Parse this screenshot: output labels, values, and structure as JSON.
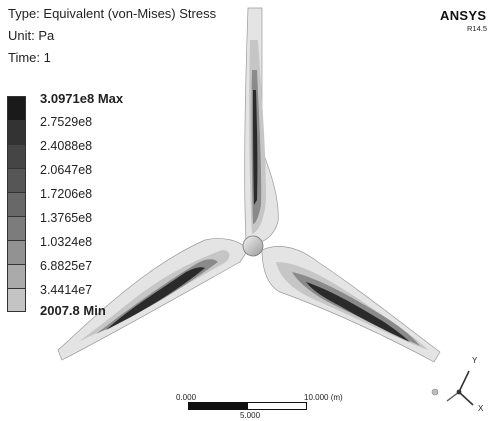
{
  "result": {
    "type": "Type: Equivalent (von-Mises) Stress",
    "unit": "Unit: Pa",
    "time": "Time: 1"
  },
  "brand": {
    "name": "ANSYS",
    "version": "R14.5"
  },
  "legend": {
    "levels": [
      {
        "label": "3.0971e8 Max",
        "color": "#1a1a1a"
      },
      {
        "label": "2.7529e8",
        "color": "#333333"
      },
      {
        "label": "2.4088e8",
        "color": "#454545"
      },
      {
        "label": "2.0647e8",
        "color": "#565656"
      },
      {
        "label": "1.7206e8",
        "color": "#686868"
      },
      {
        "label": "1.3765e8",
        "color": "#7c7c7c"
      },
      {
        "label": "1.0324e8",
        "color": "#929292"
      },
      {
        "label": "6.8825e7",
        "color": "#aaaaaa"
      },
      {
        "label": "3.4414e7",
        "color": "#c4c4c4"
      },
      {
        "label": "2007.8 Min",
        "color": "#dedede"
      }
    ]
  },
  "scale_bar": {
    "start": "0.000",
    "mid": "5.000",
    "end": "10.000 (m)"
  },
  "triad": {
    "axes": [
      "Y",
      "X"
    ]
  }
}
